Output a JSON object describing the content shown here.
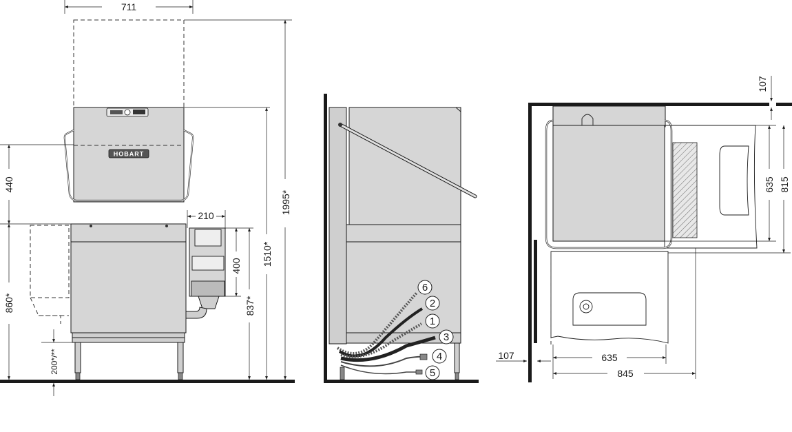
{
  "brand_plate": "HOBART",
  "front_view": {
    "width_dim": "711",
    "hood_lift_dim": "440",
    "total_height_dim": "1995*",
    "open_height_dim": "1510*",
    "table_height_dim": "860*",
    "leg_dim": "200*/**",
    "module_width_dim": "210",
    "module_height_dim": "400",
    "module_top_dim": "837*"
  },
  "side_view": {
    "connections": [
      "6",
      "2",
      "1",
      "3",
      "4",
      "5"
    ]
  },
  "plan_view": {
    "wall_gap_top_dim": "107",
    "wall_gap_left_dim": "107",
    "depth_inner_dim": "635",
    "depth_outer_dim": "815",
    "width_inner_dim": "635",
    "width_outer_dim": "845"
  }
}
